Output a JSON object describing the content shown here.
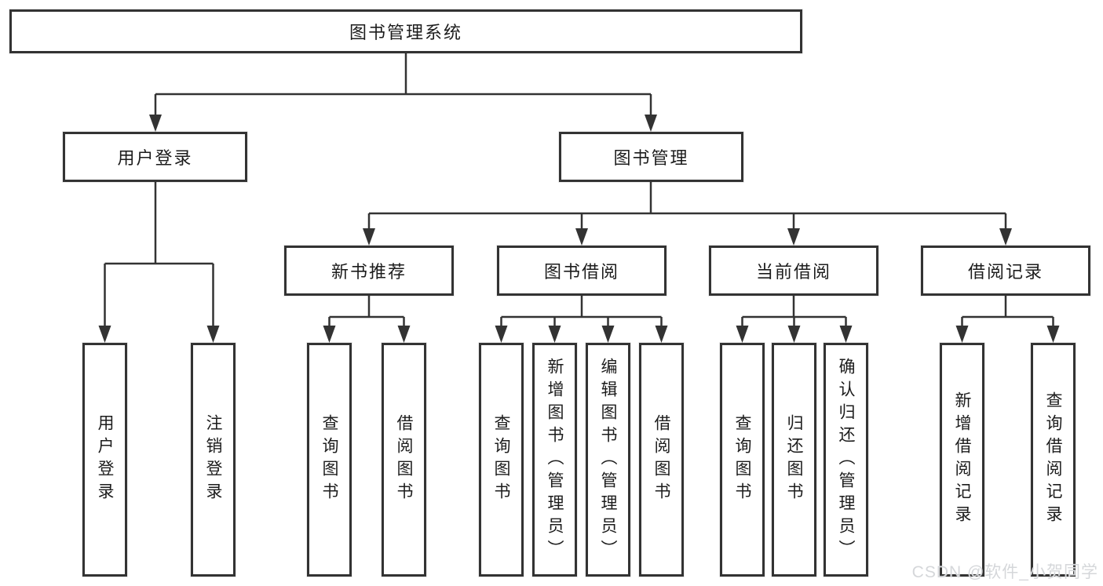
{
  "colors": {
    "line": "#333333",
    "box_border": "#333333",
    "text": "#1c1c1c",
    "watermark": "#d3d5d9"
  },
  "watermark": {
    "text": "CSDN @软件_小贺同学"
  },
  "diagram": {
    "root": {
      "label": "图书管理系统"
    },
    "level2": [
      {
        "label": "用户登录",
        "leaves": [
          {
            "label": "用户登录"
          },
          {
            "label": "注销登录"
          }
        ]
      },
      {
        "label": "图书管理",
        "children": [
          {
            "label": "新书推荐",
            "leaves": [
              {
                "label": "查询图书"
              },
              {
                "label": "借阅图书"
              }
            ]
          },
          {
            "label": "图书借阅",
            "leaves": [
              {
                "label": "查询图书"
              },
              {
                "label": "新增图书（管理员）"
              },
              {
                "label": "编辑图书（管理员）"
              },
              {
                "label": "借阅图书"
              }
            ]
          },
          {
            "label": "当前借阅",
            "leaves": [
              {
                "label": "查询图书"
              },
              {
                "label": "归还图书"
              },
              {
                "label": "确认归还（管理员）"
              }
            ]
          },
          {
            "label": "借阅记录",
            "leaves": [
              {
                "label": "新增借阅记录"
              },
              {
                "label": "查询借阅记录"
              }
            ]
          }
        ]
      }
    ]
  }
}
